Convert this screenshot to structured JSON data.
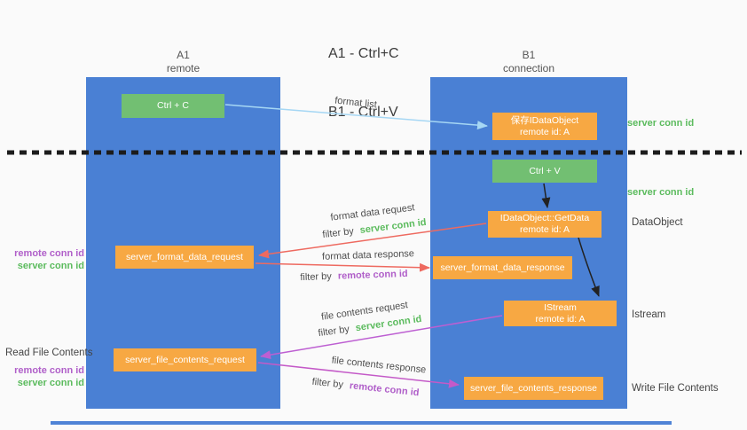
{
  "title": {
    "line1": "A1 - Ctrl+C",
    "line2": "B1 - Ctrl+V"
  },
  "columns": {
    "left": {
      "name": "A1",
      "subtitle": "remote"
    },
    "right": {
      "name": "B1",
      "subtitle": "connection"
    }
  },
  "boxes": {
    "ctrl_c": {
      "label": "Ctrl + C"
    },
    "save_dataobject": {
      "line1": "保存IDataObject",
      "line2": "remote id: A"
    },
    "ctrl_v": {
      "label": "Ctrl + V"
    },
    "getdata": {
      "line1": "IDataObject::GetData",
      "line2": "remote id: A"
    },
    "format_request": {
      "label": "server_format_data_request"
    },
    "format_response": {
      "label": "server_format_data_response"
    },
    "istream": {
      "line1": "IStream",
      "line2": "remote id: A"
    },
    "file_request": {
      "label": "server_file_contents_request"
    },
    "file_response": {
      "label": "server_file_contents_response"
    }
  },
  "annotations": {
    "server_conn_id": "server conn id",
    "remote_conn_id": "remote conn id",
    "dataobject": "DataObject",
    "istream": "Istream",
    "read_file_contents": "Read File Contents",
    "write_file_contents": "Write File Contents"
  },
  "arrow_labels": {
    "format_list": "format list",
    "format_data_request": "format data request",
    "format_data_response": "format data response",
    "file_contents_request": "file contents request",
    "file_contents_response": "file contents response",
    "filter_by": "filter by"
  },
  "colors": {
    "column_blue": "#4a80d4",
    "box_green": "#72bf72",
    "box_orange": "#f7a843",
    "label_green": "#5bbb5d",
    "label_purple": "#b05fc9",
    "arrow_red": "#ee6a60",
    "arrow_light_blue": "#a6d7f4",
    "arrow_magenta": "#c45ac8",
    "arrow_black": "#222222"
  }
}
